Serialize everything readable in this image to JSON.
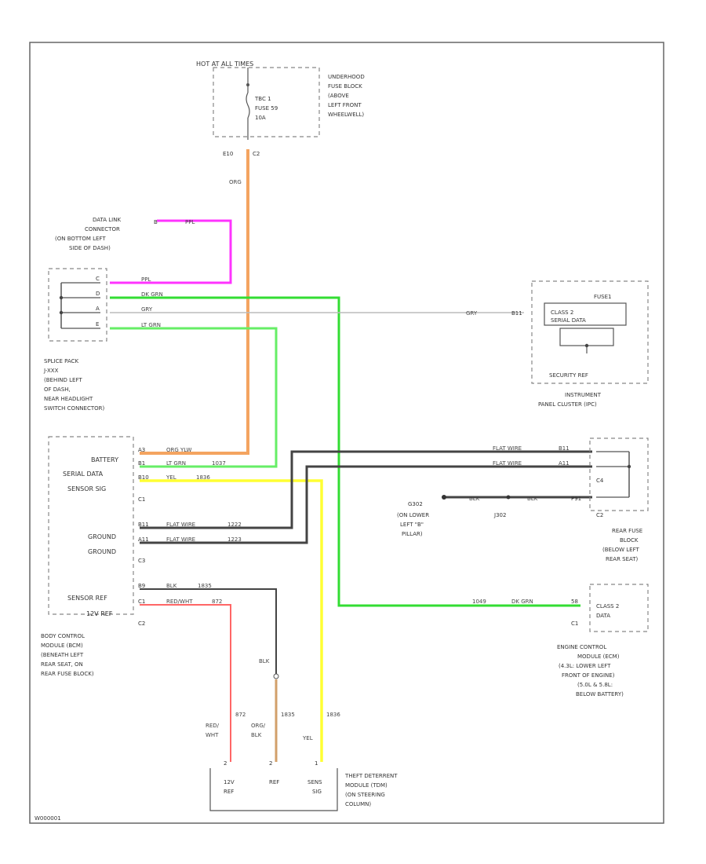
{
  "colors": {
    "orange": "#f4a460",
    "pink": "#ff33ff",
    "green": "#33dd33",
    "gray_wire": "#bbbbbb",
    "yellow": "#ffff33",
    "black_wire": "#444444",
    "red": "#ff6666",
    "tan": "#d2a06a",
    "light_green": "#66ee66"
  },
  "fuse_block": {
    "hot_label": "HOT AT ALL TIMES",
    "fuse_name": "TBC 1",
    "fuse_no": "FUSE 59",
    "fuse_amp": "10A",
    "desc": [
      "UNDERHOOD",
      "FUSE BLOCK",
      "(ABOVE",
      "LEFT FRONT",
      "WHEELWELL)"
    ],
    "pin_left": "E10",
    "pin_right": "C2"
  },
  "orange_wire_label": "ORG",
  "dlc": {
    "desc": [
      "DATA LINK",
      "CONNECTOR",
      "(ON BOTTOM LEFT",
      "SIDE OF DASH)"
    ],
    "pin": "B",
    "wire": "PPL"
  },
  "splice_pack": {
    "desc": [
      "SPLICE PACK",
      "J-XXX",
      "(BEHIND LEFT",
      "OF DASH,",
      "NEAR HEADLIGHT",
      "SWITCH CONNECTOR)"
    ],
    "pins": [
      "C",
      "D",
      "A",
      "E"
    ],
    "wires": [
      "PPL",
      "DK GRN",
      "GRY",
      "LT GRN"
    ]
  },
  "ipc": {
    "fuse": "FUSE1",
    "pin": "B11",
    "wire": "GRY",
    "inner": [
      "CLASS 2",
      "SERIAL DATA"
    ],
    "footer": "SECURITY REF",
    "desc": [
      "INSTRUMENT",
      "PANEL CLUSTER (IPC)"
    ]
  },
  "bcm": {
    "rows": [
      {
        "label": "BATTERY",
        "pin": "A3",
        "wire": "ORG YLW"
      },
      {
        "label": "SERIAL DATA",
        "pin": "B1",
        "wire": "LT GRN",
        "num": "1037"
      },
      {
        "label": "SENSOR SIG",
        "pin": "B10",
        "wire": "YEL",
        "num": "1836"
      }
    ],
    "conn1": "C1",
    "ground_rows": [
      {
        "label": "GROUND",
        "pin": "B11",
        "wire": "FLAT WIRE",
        "num": "1222"
      },
      {
        "label": "GROUND",
        "pin": "A11",
        "wire": "FLAT WIRE",
        "num": "1223"
      }
    ],
    "conn2": "C3",
    "ref_rows": [
      {
        "label": "SENSOR REF",
        "pin": "B9",
        "wire": "BLK",
        "num": "1835"
      },
      {
        "label": "12V REF",
        "pin": "C1",
        "wire": "RED/WHT",
        "num": "872"
      }
    ],
    "conn3": "C2",
    "desc": [
      "BODY CONTROL",
      "MODULE (BCM)",
      "(BENEATH LEFT",
      "REAR SEAT, ON",
      "REAR FUSE BLOCK)"
    ]
  },
  "rear_fuse": {
    "rows": [
      {
        "wire": "FLAT WIRE",
        "num": "B11"
      },
      {
        "wire": "FLAT WIRE",
        "num": "A11"
      }
    ],
    "conn_c4": "C4",
    "g302": {
      "label": "G302",
      "desc": [
        "(ON LOWER",
        "LEFT \"B\"",
        "PILLAR)"
      ],
      "wire": "BLK",
      "pin": "P91"
    },
    "g302_wire2": "BLK",
    "splice": "J302",
    "conn_c2": "C2",
    "desc": [
      "REAR FUSE",
      "BLOCK",
      "(BELOW LEFT",
      "REAR SEAT)"
    ]
  },
  "ecm": {
    "num": "1049",
    "wire": "DK GRN",
    "pin": "58",
    "conn": "C1",
    "inner": [
      "CLASS 2",
      "DATA"
    ],
    "desc": [
      "ENGINE CONTROL",
      "MODULE (ECM)",
      "(4.3L: LOWER LEFT",
      "FRONT OF ENGINE)",
      "(5.0L & 5.8L:",
      "BELOW BATTERY)"
    ]
  },
  "bottom_wires": [
    {
      "num": "872",
      "name": "RED/",
      "name2": "WHT"
    },
    {
      "num": "1835",
      "name": "ORG/",
      "name2": "BLK",
      "upper": "BLK"
    },
    {
      "num": "1836",
      "name": "YEL"
    }
  ],
  "tdm": {
    "pins": [
      {
        "pin": "2",
        "label": [
          "12V",
          "REF"
        ]
      },
      {
        "pin": "2",
        "label": [
          "REF"
        ]
      },
      {
        "pin": "1",
        "label": [
          "SENS",
          "SIG"
        ]
      }
    ],
    "desc": [
      "THEFT DETERRENT",
      "MODULE (TDM)",
      "(ON STEERING",
      "COLUMN)"
    ]
  },
  "footer_code": "W000001"
}
